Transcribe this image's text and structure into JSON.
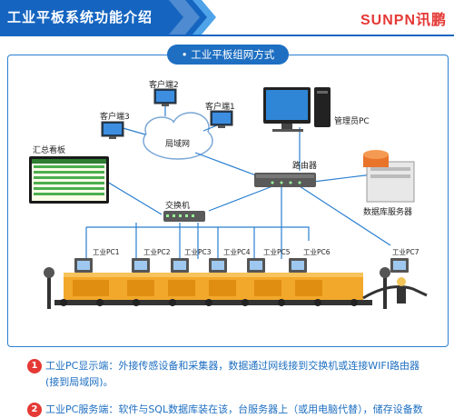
{
  "header": {
    "title": "工业平板系统功能介绍",
    "brand": "SUNPN讯鹏",
    "band_color": "#1565c0",
    "brand_color": "#e53935"
  },
  "section": {
    "title": "• 工业平板组网方式"
  },
  "diagram": {
    "clients": [
      "客户端2",
      "客户端3",
      "客户端1"
    ],
    "lan": "局域网",
    "admin_pc": "管理员PC",
    "router": "路由器",
    "db_server": "数据库服务器",
    "dashboard": "汇总看板",
    "switch": "交换机",
    "industrial_pcs": [
      "工业PC1",
      "工业PC2",
      "工业PC3",
      "工业PC4",
      "工业PC5",
      "工业PC6",
      "工业PC7"
    ]
  },
  "notes": [
    {
      "num": "1",
      "line1": "工业PC显示端：外接传感设备和采集器，数据通过网线接到交换机或连接WIFI路由器",
      "line2": "(接到局域网)。"
    },
    {
      "num": "2",
      "line1": "工业PC服务端：软件与SQL数据库装在该，台服务器上（或用电脑代替），储存设备数"
    }
  ]
}
